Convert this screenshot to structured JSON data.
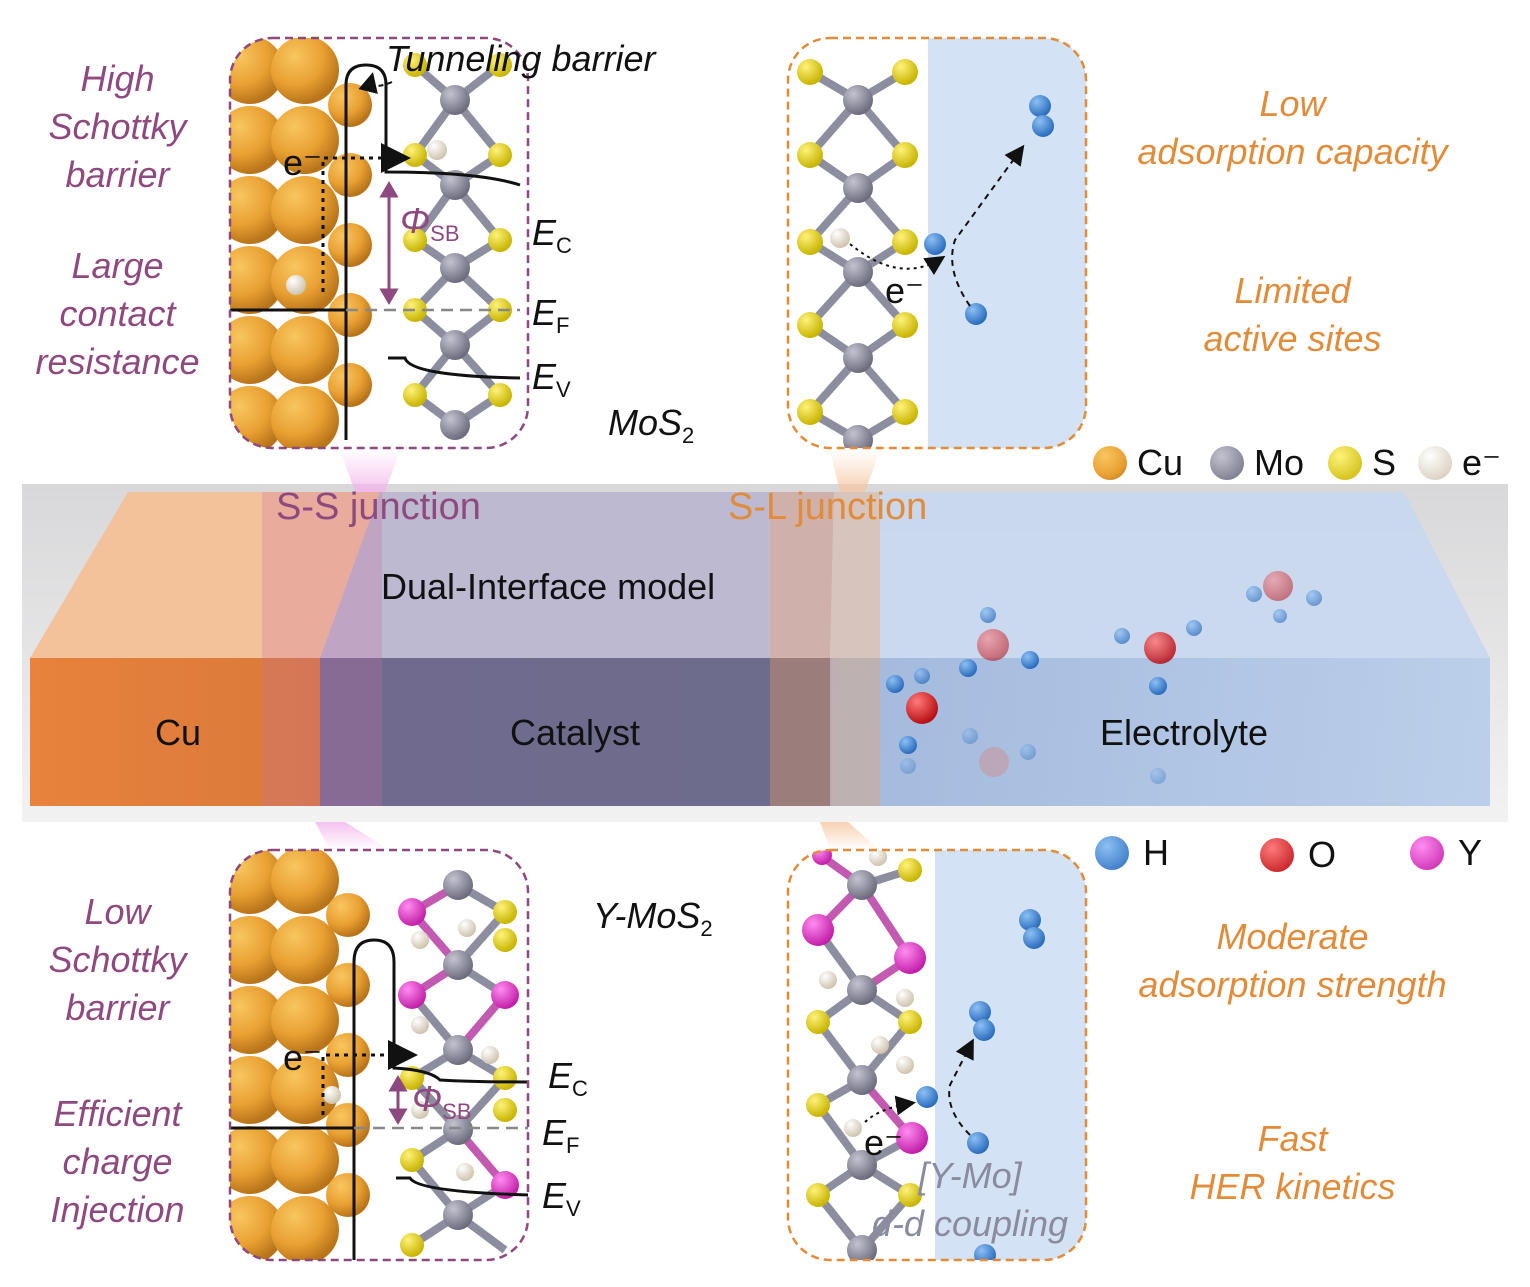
{
  "top_left": {
    "label1": [
      "High",
      "Schottky",
      "barrier"
    ],
    "label2": [
      "Large",
      "contact",
      "resistance"
    ],
    "tunneling": "Tunneling barrier",
    "electron": "e⁻",
    "phi": "Φ",
    "phi_sub": "SB",
    "ec": "E",
    "ec_sub": "C",
    "ef": "E",
    "ef_sub": "F",
    "ev": "E",
    "ev_sub": "V",
    "material": "MoS",
    "material_sub": "2"
  },
  "top_right": {
    "label1": [
      "Low",
      "adsorption capacity"
    ],
    "label2": [
      "Limited",
      "active sites"
    ],
    "electron": "e⁻"
  },
  "legend_top": [
    {
      "symbol": "Cu",
      "color": "#e9a032"
    },
    {
      "symbol": "Mo",
      "color": "#8d8da0"
    },
    {
      "symbol": "S",
      "color": "#e8d51c"
    },
    {
      "symbol": "e⁻",
      "color": "#e8e0cf"
    }
  ],
  "legend_bottom": [
    {
      "symbol": "H",
      "color": "#3f86d6"
    },
    {
      "symbol": "O",
      "color": "#e0252a"
    },
    {
      "symbol": "Y",
      "color": "#e33dc9"
    }
  ],
  "model": {
    "ss_junction": "S-S junction",
    "sl_junction": "S-L junction",
    "title": "Dual-Interface model",
    "cu": "Cu",
    "catalyst": "Catalyst",
    "electrolyte": "Electrolyte"
  },
  "bottom_left": {
    "label1": [
      "Low",
      "Schottky",
      "barrier"
    ],
    "label2": [
      "Efficient",
      "charge",
      "Injection"
    ],
    "electron": "e⁻",
    "phi": "Φ",
    "phi_sub": "SB",
    "ec": "E",
    "ec_sub": "C",
    "ef": "E",
    "ef_sub": "F",
    "ev": "E",
    "ev_sub": "V",
    "material": "Y-MoS",
    "material_sub": "2"
  },
  "bottom_right": {
    "label1": [
      "Moderate",
      "adsorption strength"
    ],
    "label2": [
      "Fast",
      "HER kinetics"
    ],
    "electron": "e⁻",
    "coupling": [
      "[Y-Mo]",
      "d-d coupling"
    ]
  },
  "colors": {
    "purple": "#8e4a7f",
    "orange": "#e08c3a",
    "cu": "#e9a032",
    "mo": "#8d8da0",
    "s": "#e8d51c",
    "y": "#e33dc9",
    "h": "#3f86d6",
    "o": "#e0252a"
  }
}
